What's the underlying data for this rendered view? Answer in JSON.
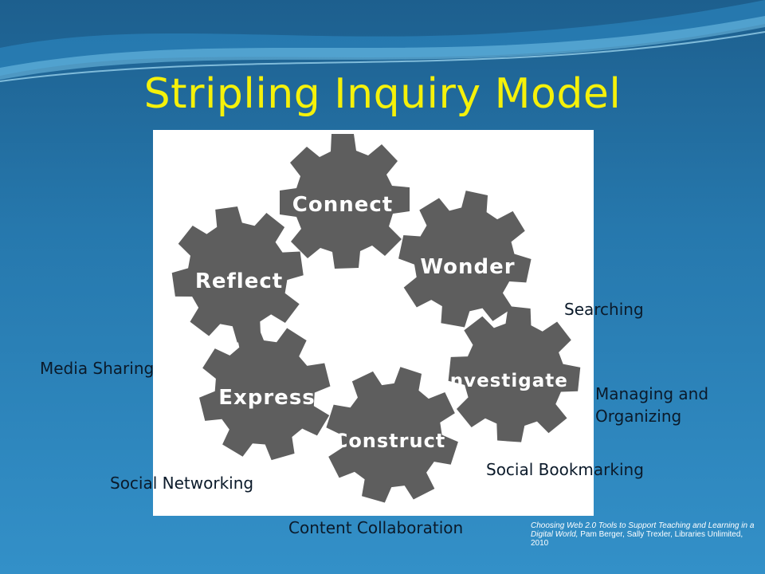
{
  "title": "Stripling Inquiry Model",
  "gears": {
    "connect": "Connect",
    "wonder": "Wonder",
    "reflect": "Reflect",
    "investigate": "Investigate",
    "express": "Express",
    "construct": "Construct"
  },
  "tools": {
    "searching": "Searching",
    "media_sharing": "Media Sharing",
    "managing_line1": "Managing and",
    "managing_line2": "Organizing",
    "social_bookmarking": "Social Bookmarking",
    "social_networking": "Social Networking",
    "content_collaboration": "Content Collaboration"
  },
  "citation": {
    "title": "Choosing Web 2.0 Tools to Support Teaching and Learning in a Digital World,",
    "rest": " Pam Berger, Sally Trexler, Libraries Unlimited, 2010"
  },
  "colors": {
    "gear": "#5e5e5e",
    "title": "#f5f10a"
  }
}
